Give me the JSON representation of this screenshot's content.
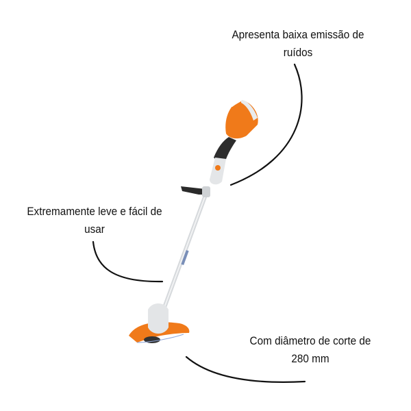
{
  "annotations": {
    "noise": {
      "line1": "Apresenta baixa emissão de",
      "line2": "ruídos"
    },
    "light": {
      "line1": "Extremamente leve e fácil de",
      "line2": "usar"
    },
    "diameter": {
      "line1": "Com diâmetro de corte de",
      "line2": "280 mm"
    }
  },
  "product": {
    "name": "cordless-grass-trimmer",
    "accent_color": "#f07a1a",
    "body_color": "#e6e8ea"
  }
}
